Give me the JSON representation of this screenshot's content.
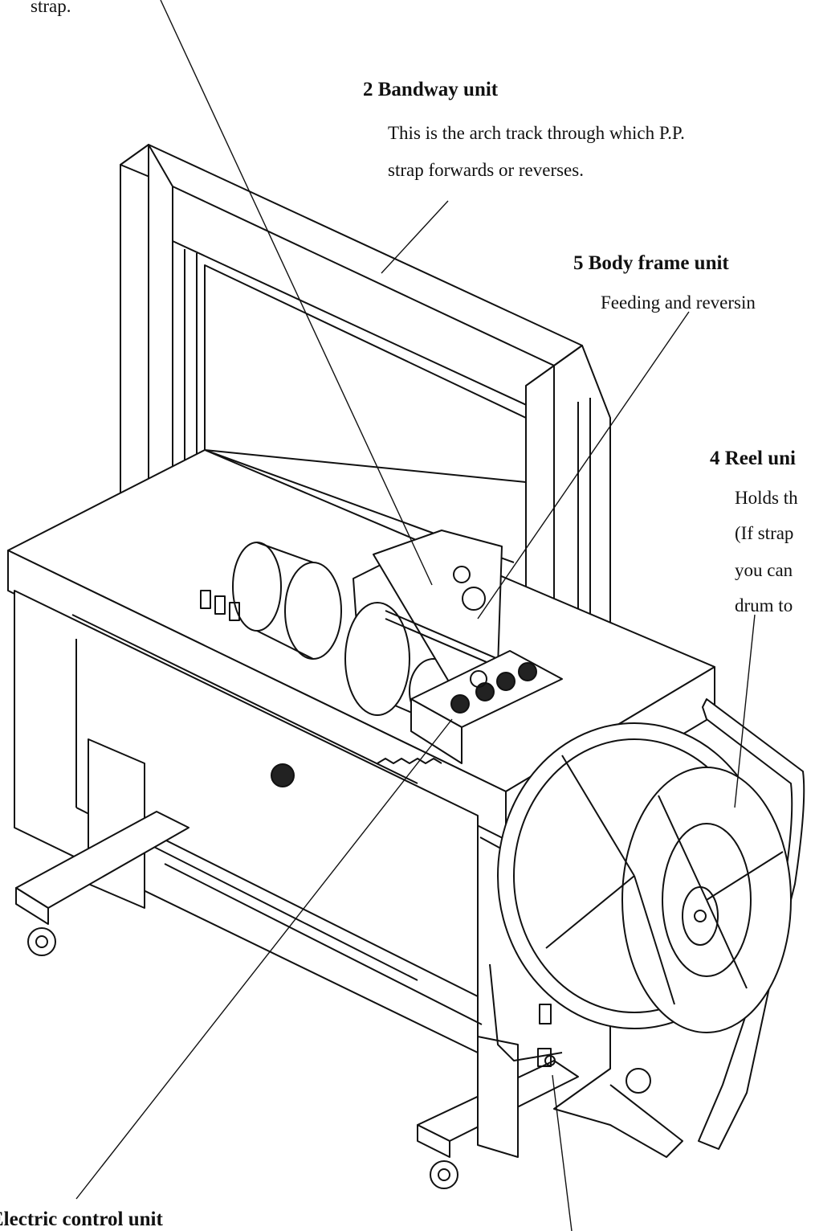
{
  "callouts": {
    "fragment_top": {
      "text": "strap."
    },
    "bandway": {
      "title": "2 Bandway unit",
      "lines": [
        "This is the arch track through which P.P.",
        "strap forwards or reverses."
      ]
    },
    "body_frame": {
      "title": "5 Body frame unit",
      "lines": [
        "Feeding and reversin"
      ]
    },
    "reel": {
      "title": "4 Reel uni",
      "lines": [
        "Holds th",
        "(If strap",
        "you can",
        "drum to"
      ]
    },
    "electric": {
      "title": "Electric control unit"
    }
  }
}
